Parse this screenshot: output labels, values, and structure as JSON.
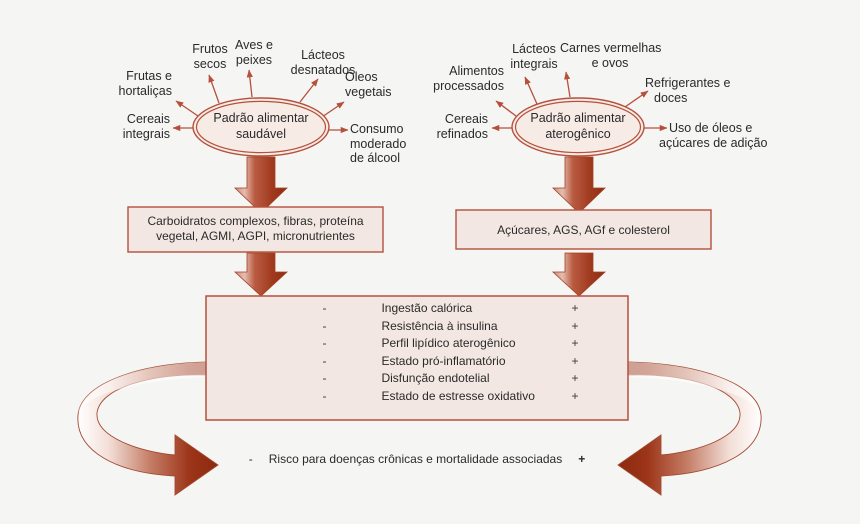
{
  "colors": {
    "background": "#f5f5f4",
    "stroke": "#b5503c",
    "stroke_dark": "#a0331d",
    "arrow_dark": "#8f2f16",
    "arrow_mid": "#b4634f",
    "arrow_light": "#ffffff",
    "box_fill": "#f2e7e2",
    "ellipse_fill": "#f7ebe6",
    "text": "#2a2a2a"
  },
  "left_branch": {
    "center_label": [
      "Padrão alimentar",
      "saudável"
    ],
    "satellites": [
      {
        "id": "cereais-integrais",
        "lines": [
          "Cereais",
          "integrais"
        ]
      },
      {
        "id": "frutas-e-hortalicas",
        "lines": [
          "Frutas e",
          "hortaliças"
        ]
      },
      {
        "id": "frutos-secos",
        "lines": [
          "Frutos",
          "secos"
        ]
      },
      {
        "id": "aves-e-peixes",
        "lines": [
          "Aves e",
          "peixes"
        ]
      },
      {
        "id": "lacteos-desnatados",
        "lines": [
          "Lácteos",
          "desnatados"
        ]
      },
      {
        "id": "oleos-vegetais",
        "lines": [
          "Óleos",
          "vegetais"
        ]
      },
      {
        "id": "consumo-moderado-de-alcool",
        "lines": [
          "Consumo",
          "moderado",
          "de álcool"
        ]
      }
    ],
    "nutrient_box": [
      "Carboidratos complexos, fibras, proteína",
      "vegetal, AGMI, AGPI, micronutrientes"
    ]
  },
  "right_branch": {
    "center_label": [
      "Padrão alimentar",
      "aterogênico"
    ],
    "satellites": [
      {
        "id": "cereais-refinados",
        "lines": [
          "Cereais",
          "refinados"
        ]
      },
      {
        "id": "alimentos-processados",
        "lines": [
          "Alimentos",
          "processados"
        ]
      },
      {
        "id": "lacteos-integrais",
        "lines": [
          "Lácteos",
          "integrais"
        ]
      },
      {
        "id": "carnes-vermelhas-e-ovos",
        "lines": [
          "Carnes vermelhas",
          "e ovos"
        ]
      },
      {
        "id": "refrigerantes-e-doces",
        "lines": [
          "Refrigerantes e",
          "doces"
        ]
      },
      {
        "id": "uso-de-oleos-e-acucares-de-adicao",
        "lines": [
          "Uso de óleos e",
          "açúcares de adição"
        ]
      }
    ],
    "nutrient_box": [
      "Açúcares, AGS, AGf e colesterol"
    ]
  },
  "outcomes": {
    "left_sign": "-",
    "right_sign": "+",
    "rows": [
      "Ingestão calórica",
      "Resistência à insulina",
      "Perfil lipídico aterogênico",
      "Estado pró-inflamatório",
      "Disfunção endotelial",
      "Estado de estresse oxidativo"
    ]
  },
  "conclusion": {
    "left_sign": "-",
    "text": "Risco para doenças crônicas e mortalidade associadas",
    "right_sign": "+"
  }
}
